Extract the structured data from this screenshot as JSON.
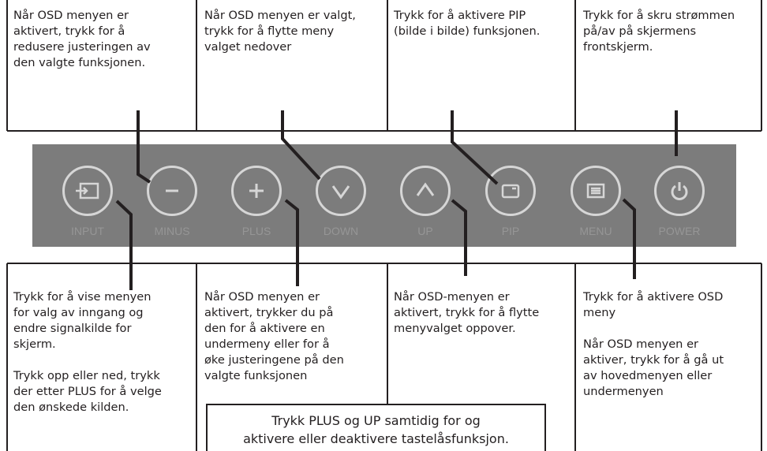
{
  "top_notes": [
    "Når OSD menyen er\naktivert, trykk for å\nredusere justeringen av\nden valgte funksjonen.",
    "Når OSD menyen er valgt,\ntrykk for å flytte meny\nvalget nedover",
    "Trykk for å aktivere PIP\n(bilde i bilde) funksjonen.",
    "Trykk for å skru strømmen\npå/av på skjermens\nfrontskjerm."
  ],
  "bottom_notes": [
    "Trykk for å vise menyen\nfor valg av inngang og\nendre signalkilde for\nskjerm.\n\nTrykk opp eller ned, trykk\nder etter PLUS for å velge\nden ønskede kilden.",
    "Når OSD menyen er\naktivert, trykker du på\nden for å aktivere en\nundermeny eller for å\nøke justeringene på den\nvalgte funksjonen",
    "Når OSD-menyen er\naktivert, trykk for å flytte\nmenyvalget oppover.",
    "Trykk for å aktivere OSD\nmeny\n\nNår OSD menyen er\naktiver, trykk for å gå ut\nav hovedmenyen eller\nundermenyen"
  ],
  "combo_note": "Trykk PLUS og UP samtidig for og\naktivere eller deaktivere tastelåsfunksjon.",
  "buttons": [
    {
      "label": "INPUT",
      "icon": "input-source-icon"
    },
    {
      "label": "MINUS",
      "icon": "minus-icon"
    },
    {
      "label": "PLUS",
      "icon": "plus-icon"
    },
    {
      "label": "DOWN",
      "icon": "chevron-down-icon"
    },
    {
      "label": "UP",
      "icon": "chevron-up-icon"
    },
    {
      "label": "PIP",
      "icon": "pip-icon"
    },
    {
      "label": "MENU",
      "icon": "menu-icon"
    },
    {
      "label": "POWER",
      "icon": "power-icon"
    }
  ],
  "colors": {
    "panel": "#7c7c7c",
    "button_ring": "#d6d6d6",
    "button_label": "#969696",
    "lines": "#231f20"
  }
}
